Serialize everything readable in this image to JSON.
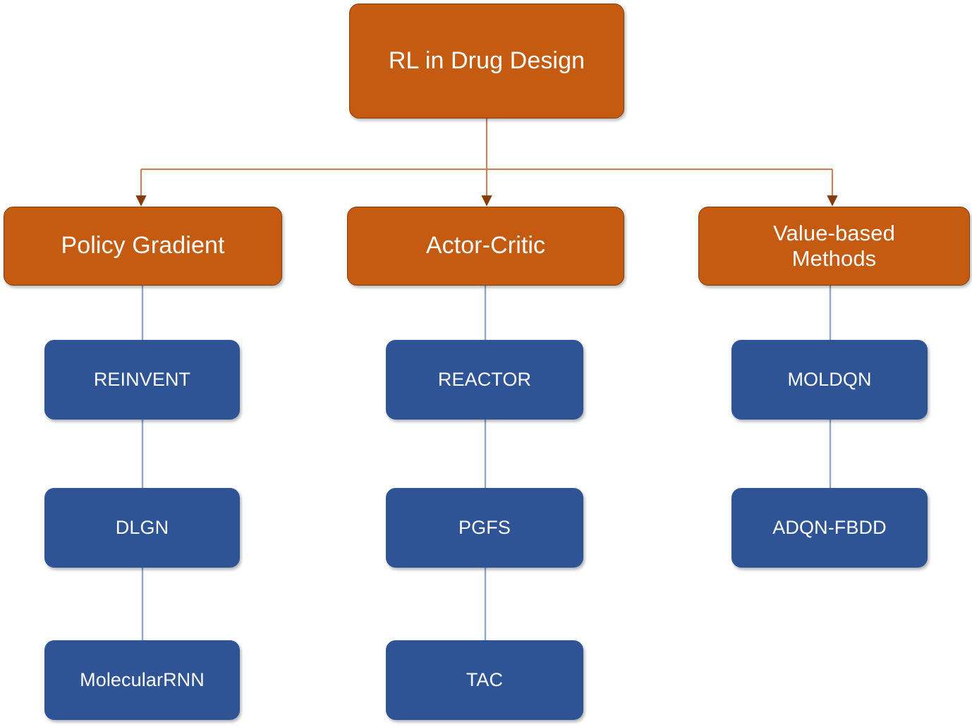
{
  "diagram": {
    "title": "RL in Drug Design",
    "type": "hierarchy-tree",
    "colors": {
      "category_fill": "#C55A11",
      "category_border": "#843C0B",
      "method_fill": "#2E5496",
      "root_connector": "#C55A11",
      "arrowhead": "#843C0B",
      "branch_connector": "#8EA9C8",
      "text": "#FFFFFF",
      "background": "#FFFFFF"
    },
    "root": {
      "label": "RL in Drug Design"
    },
    "branches": [
      {
        "label": "Policy Gradient",
        "methods": [
          {
            "label": "REINVENT"
          },
          {
            "label": "DLGN"
          },
          {
            "label": "MolecularRNN"
          }
        ]
      },
      {
        "label": "Actor-Critic",
        "methods": [
          {
            "label": "REACTOR"
          },
          {
            "label": "PGFS"
          },
          {
            "label": "TAC"
          }
        ]
      },
      {
        "label": "Value-based\nMethods",
        "methods": [
          {
            "label": "MOLDQN"
          },
          {
            "label": "ADQN-FBDD"
          }
        ]
      }
    ]
  }
}
